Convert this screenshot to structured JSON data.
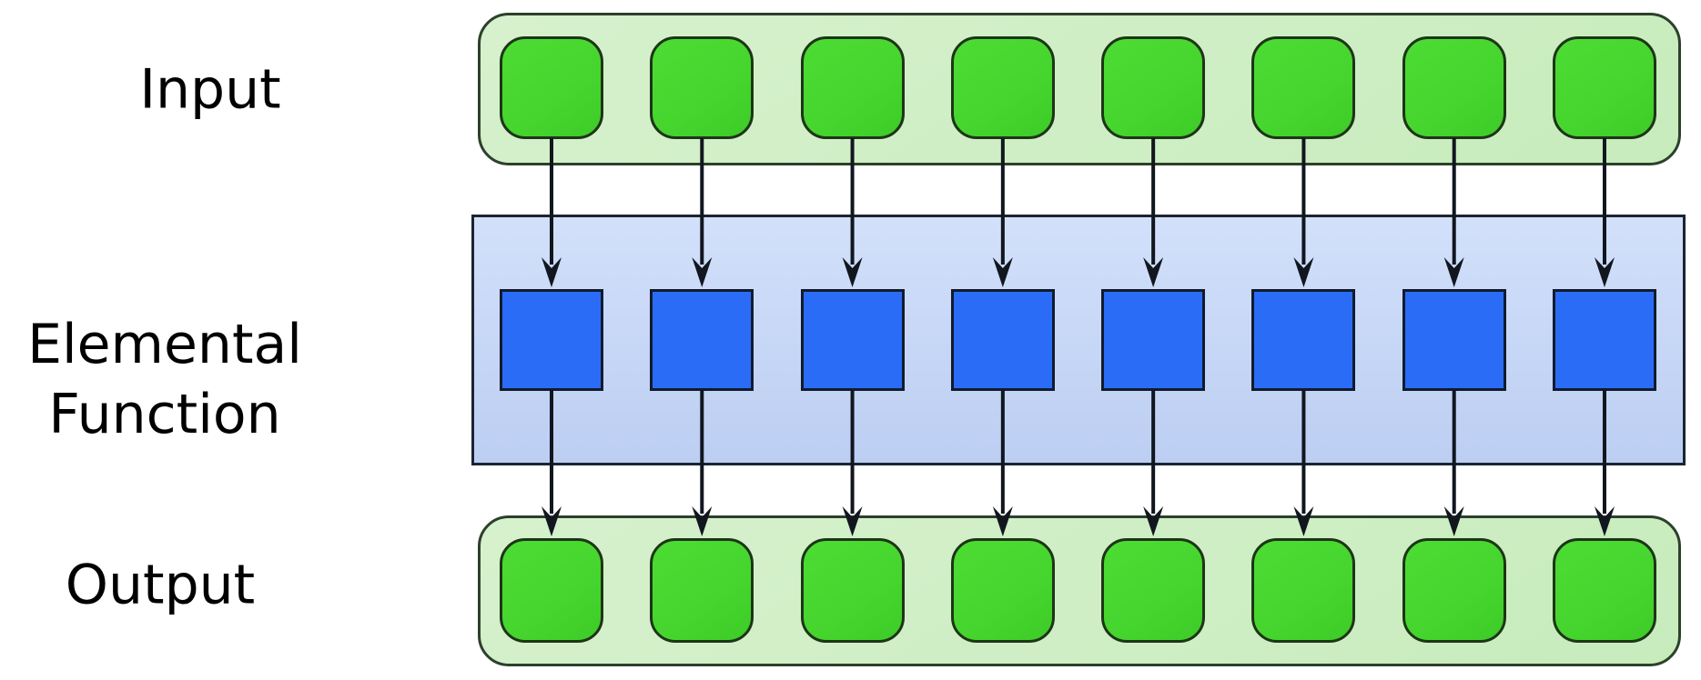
{
  "diagram": {
    "title": "map pattern: elemental function applied to each input element",
    "labels": {
      "input": "Input",
      "elemental_function": "Elemental Function",
      "output": "Output"
    },
    "rows": [
      {
        "id": "input",
        "label": "Input",
        "item_count": 8,
        "item_shape": "rounded-square",
        "item_color": "#46d52e",
        "band_color": "#cfeec5"
      },
      {
        "id": "elemental-function",
        "label": "Elemental Function",
        "item_count": 8,
        "item_shape": "square",
        "item_color": "#2b6cf7",
        "band_color": "#c6d8f7"
      },
      {
        "id": "output",
        "label": "Output",
        "item_count": 8,
        "item_shape": "rounded-square",
        "item_color": "#46d52e",
        "band_color": "#cfeec5"
      }
    ],
    "arrows": [
      {
        "from": "input",
        "to": "elemental-function",
        "count": 8,
        "direction": "down",
        "mapping": "one-to-one"
      },
      {
        "from": "elemental-function",
        "to": "output",
        "count": 8,
        "direction": "down",
        "mapping": "one-to-one"
      }
    ],
    "colors": {
      "background": "#ffffff",
      "text": "#000000",
      "green_item": "#46d52e",
      "green_item_light": "#4cdc33",
      "green_item_dark": "#3ecb28",
      "green_item_stroke": "#1d3517",
      "green_band": "#cfeec5",
      "green_band_light": "#d6f1cd",
      "green_band_dark": "#c7ecbc",
      "green_band_stroke": "#2c402a",
      "blue_item": "#2b6cf7",
      "blue_item_stroke": "#101b2e",
      "blue_band_top": "#d2e0fa",
      "blue_band_bottom": "#bccef2",
      "blue_band_stroke": "#1b2433",
      "arrow": "#11161f"
    }
  }
}
